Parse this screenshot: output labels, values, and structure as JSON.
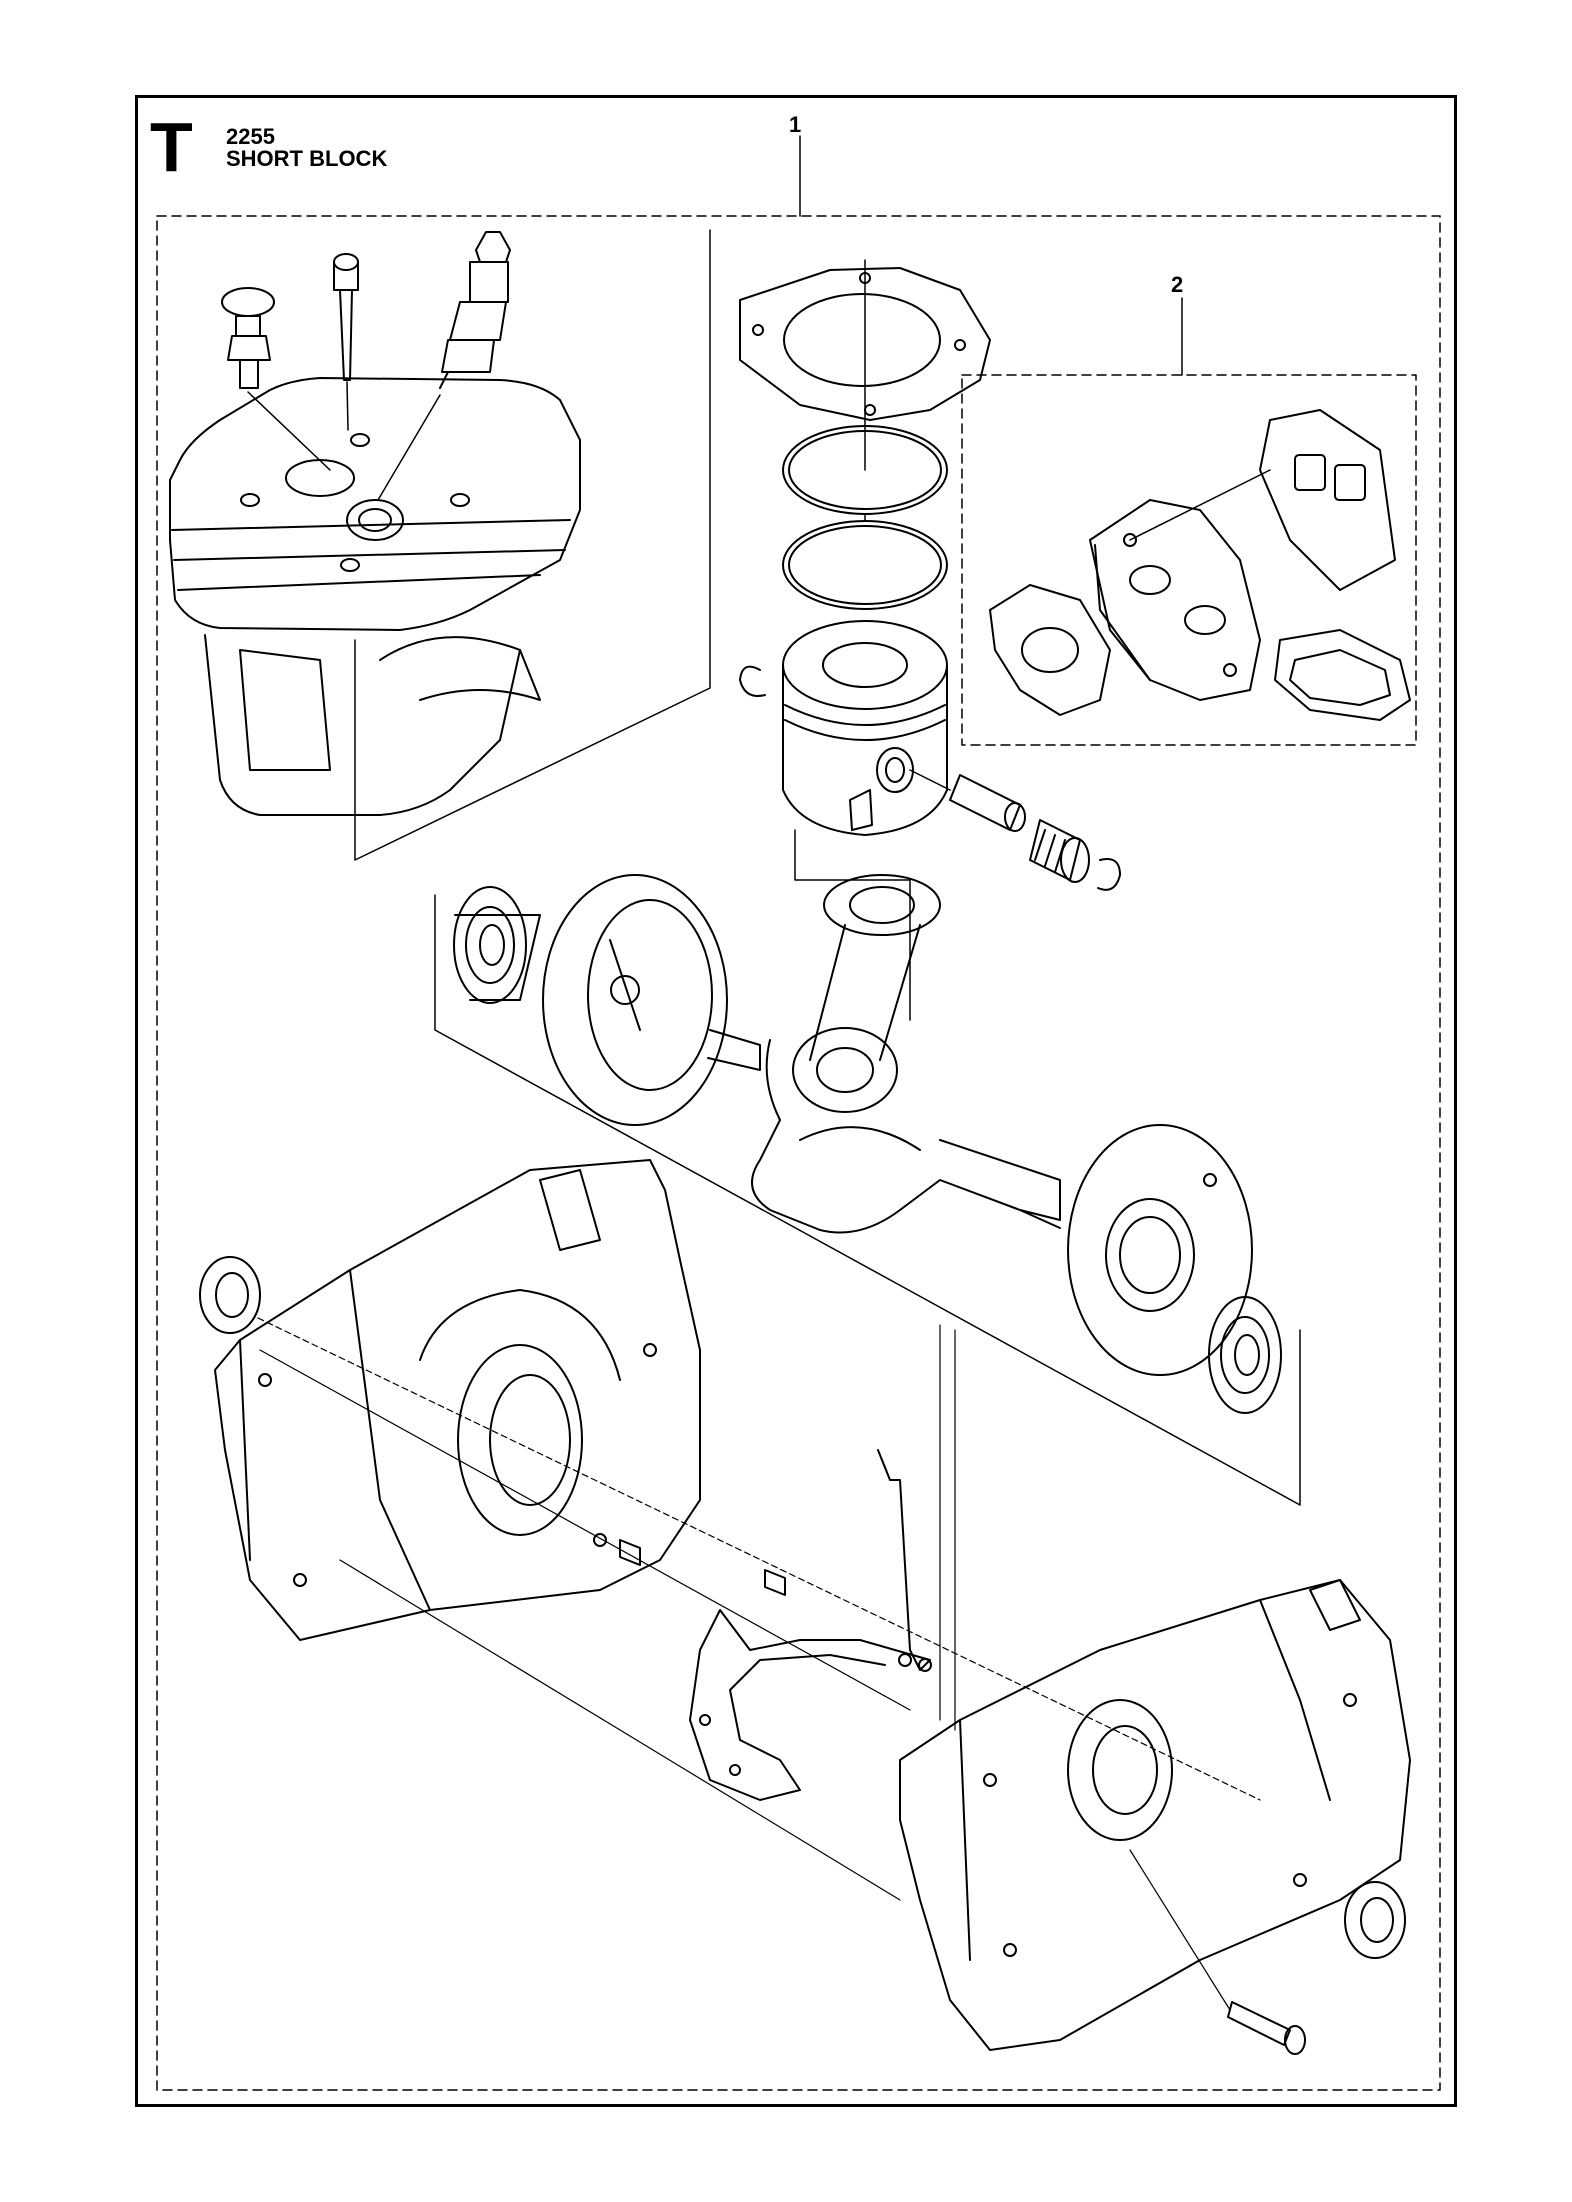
{
  "header": {
    "section_letter": "T",
    "part_number": "2255",
    "title": "SHORT BLOCK"
  },
  "callouts": [
    "1",
    "2"
  ]
}
